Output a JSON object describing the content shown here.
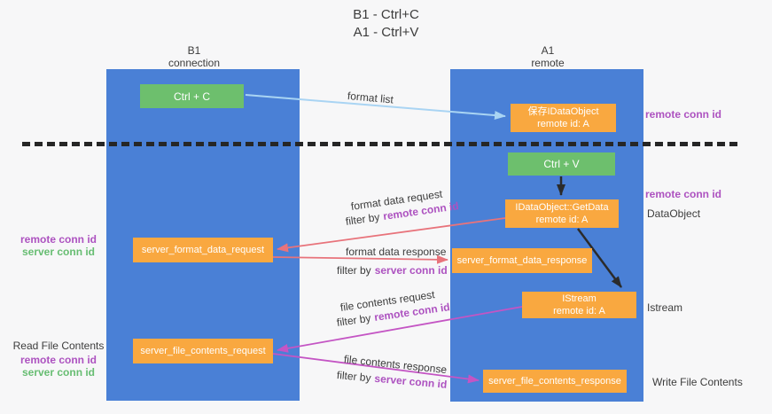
{
  "title": {
    "line1": "B1 - Ctrl+C",
    "line2": "A1 - Ctrl+V"
  },
  "lifelines": {
    "left": {
      "name": "B1",
      "role": "connection"
    },
    "right": {
      "name": "A1",
      "role": "remote"
    }
  },
  "boxes": {
    "ctrl_c": {
      "label": "Ctrl + C"
    },
    "save_idataobject": {
      "line1": "保存IDataObject",
      "line2": "remote id: A"
    },
    "ctrl_v": {
      "label": "Ctrl + V"
    },
    "getdata": {
      "line1": "IDataObject::GetData",
      "line2": "remote id: A"
    },
    "server_format_data_request": {
      "label": "server_format_data_request"
    },
    "server_format_data_response": {
      "label": "server_format_data_response"
    },
    "istream": {
      "line1": "IStream",
      "line2": "remote id: A"
    },
    "server_file_contents_request": {
      "label": "server_file_contents_request"
    },
    "server_file_contents_response": {
      "label": "server_file_contents_response"
    }
  },
  "arrow_labels": {
    "format_list": "format list",
    "format_data_request": "format data request",
    "format_data_response": "format data response",
    "file_contents_request": "file contents request",
    "file_contents_response": "file contents response",
    "filter_by": "filter by",
    "remote_conn_id": "remote conn id",
    "server_conn_id": "server conn id"
  },
  "side_labels": {
    "right_remote_conn_id_top": "remote conn id",
    "right_remote_conn_id_mid": "remote conn id",
    "data_object": "DataObject",
    "istream": "Istream",
    "write_file_contents": "Write File Contents",
    "left_remote_conn_id_top": "remote conn id",
    "left_server_conn_id_top": "server conn id",
    "read_file_contents": "Read File Contents",
    "left_remote_conn_id_bottom": "remote conn id",
    "left_server_conn_id_bottom": "server conn id"
  },
  "colors": {
    "lifeline_blue": "#4a80d6",
    "box_green": "#6dbf6d",
    "box_orange": "#f9a840",
    "arrow_light_blue": "#a9d4f3",
    "arrow_black": "#2b2b2b",
    "arrow_salmon": "#e8737b",
    "arrow_magenta": "#c455c4",
    "text_purple": "#ad52c0",
    "text_green": "#67bd72",
    "text_dark": "#3c3c3c"
  }
}
